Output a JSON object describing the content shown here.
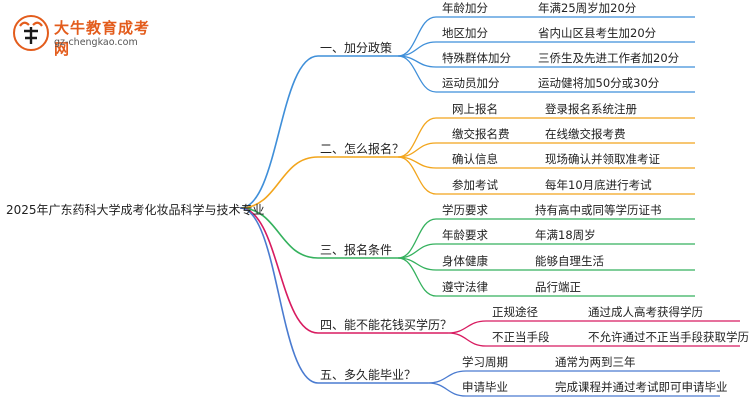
{
  "logo": {
    "name": "大牛教育成考网",
    "url": "gz-chengkao.com"
  },
  "root": "2025年广东药科大学成考化妆品科学与技术专业",
  "branches": [
    {
      "label": "一、加分政策",
      "color": "#3f8fd9",
      "items": [
        {
          "key": "年龄加分",
          "value": "年满25周岁加20分"
        },
        {
          "key": "地区加分",
          "value": "省内山区县考生加20分"
        },
        {
          "key": "特殊群体加分",
          "value": "三侨生及先进工作者加20分"
        },
        {
          "key": "运动员加分",
          "value": "运动健将加50分或30分"
        }
      ]
    },
    {
      "label": "二、怎么报名？",
      "color": "#f2a51c",
      "items": [
        {
          "key": "网上报名",
          "value": "登录报名系统注册"
        },
        {
          "key": "缴交报名费",
          "value": "在线缴交报考费"
        },
        {
          "key": "确认信息",
          "value": "现场确认并领取准考证"
        },
        {
          "key": "参加考试",
          "value": "每年10月底进行考试"
        }
      ]
    },
    {
      "label": "三、报名条件",
      "color": "#34b15d",
      "items": [
        {
          "key": "学历要求",
          "value": "持有高中或同等学历证书"
        },
        {
          "key": "年龄要求",
          "value": "年满18周岁"
        },
        {
          "key": "身体健康",
          "value": "能够自理生活"
        },
        {
          "key": "遵守法律",
          "value": "品行端正"
        }
      ]
    },
    {
      "label": "四、能不能花钱买学历？",
      "color": "#d81b60",
      "items": [
        {
          "key": "正规途径",
          "value": "通过成人高考获得学历"
        },
        {
          "key": "不正当手段",
          "value": "不允许通过不正当手段获取学历"
        }
      ]
    },
    {
      "label": "五、多久能毕业？",
      "color": "#4a7bd0",
      "items": [
        {
          "key": "学习周期",
          "value": "通常为两到三年"
        },
        {
          "key": "申请毕业",
          "value": "完成课程并通过考试即可申请毕业"
        }
      ]
    }
  ]
}
